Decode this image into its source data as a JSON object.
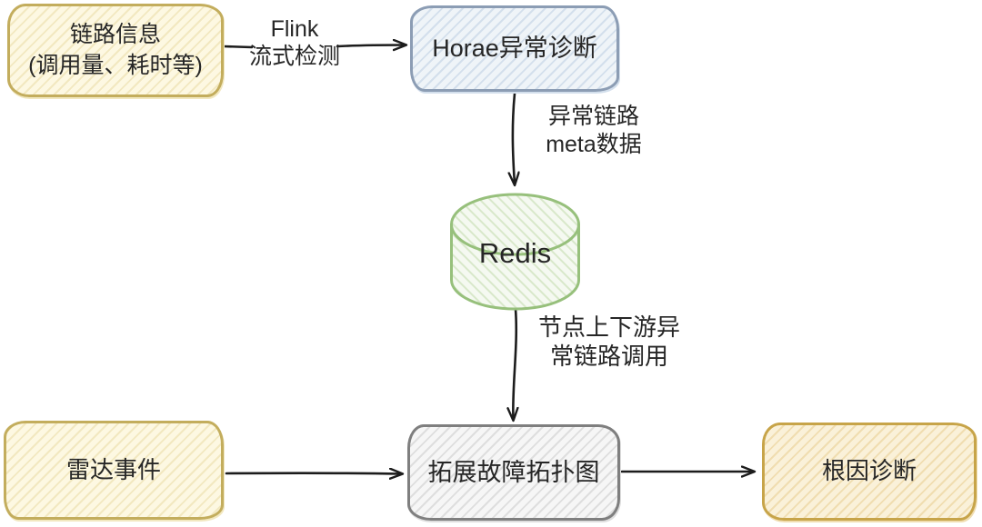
{
  "diagram": {
    "boxes": {
      "link_info": {
        "line1": "链路信息",
        "line2": "(调用量、耗时等)"
      },
      "horae": {
        "line1": "Horae异常诊断"
      },
      "redis": {
        "line1": "Redis"
      },
      "topology": {
        "line1": "拓展故障拓扑图"
      },
      "radar": {
        "line1": "雷达事件"
      },
      "root_cause": {
        "line1": "根因诊断"
      }
    },
    "edge_labels": {
      "flink": {
        "line1": "Flink",
        "line2": "流式检测"
      },
      "meta": {
        "line1": "异常链路",
        "line2": "meta数据"
      },
      "calls": {
        "line1": "节点上下游异",
        "line2": "常链路调用"
      }
    },
    "colors": {
      "yellow_border": "#c3ad5d",
      "yellow_fill": "#fdf8e2",
      "yellow_hatch": "#f2e8c0",
      "gold_border": "#c7a449",
      "gold_fill": "#faf1d9",
      "gold_hatch": "#f0ddb0",
      "blue_border": "#8c9db4",
      "blue_fill": "#eff4f8",
      "blue_hatch": "#d3dfec",
      "green_border": "#97c07c",
      "green_fill": "#f5f9f1",
      "green_hatch": "#d8e8ca",
      "gray_border": "#7f7f7f",
      "gray_fill": "#f6f6f6",
      "gray_hatch": "#dedede",
      "arrow": "#1c1c1c",
      "text": "#262626"
    }
  }
}
